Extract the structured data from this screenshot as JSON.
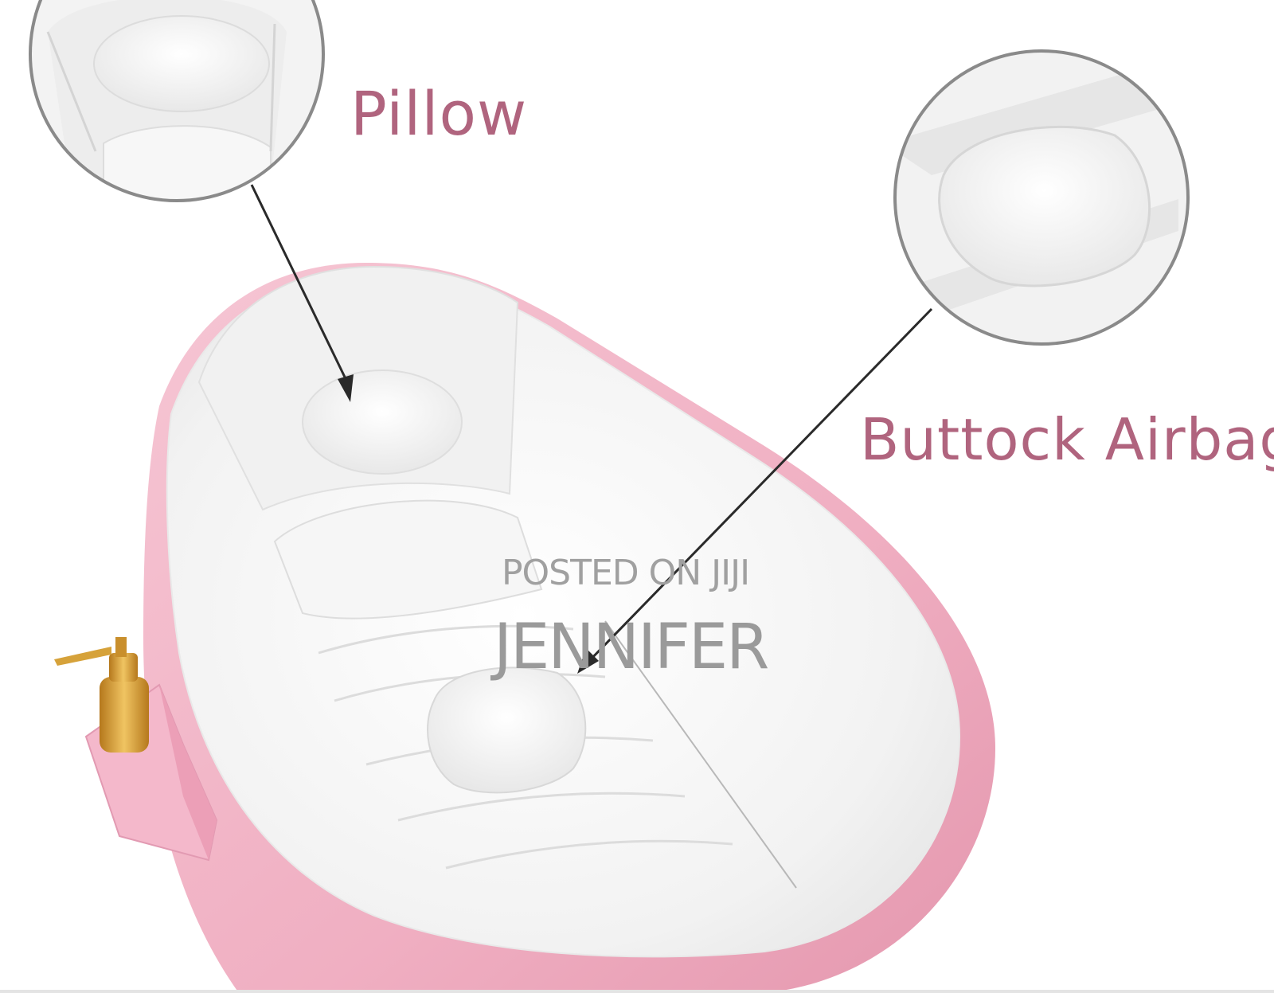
{
  "image": {
    "subject": "inflatable baby bathtub with callouts",
    "colors": {
      "background": "#ffffff",
      "tub_pink": "#f2b8c8",
      "tub_pink_dark": "#e79ab0",
      "inner_white": "#f4f4f4",
      "label_color": "#b0647e",
      "watermark_color": "#9a9a9a",
      "bottle_gold": "#d9a33a"
    }
  },
  "callouts": {
    "pillow": {
      "label": "Pillow",
      "icon": "pillow-zoom-circle"
    },
    "airbag": {
      "label": "Buttock Airbag",
      "icon": "airbag-zoom-circle"
    }
  },
  "watermark": {
    "line1": "POSTED ON JIJI",
    "line2": "JENNIFER"
  }
}
